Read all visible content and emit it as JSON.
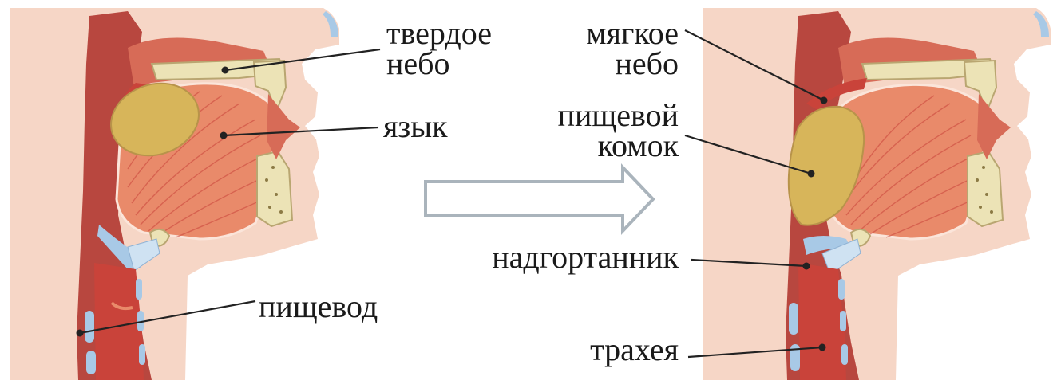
{
  "labels": {
    "hard_palate": [
      "твердое",
      "небо"
    ],
    "tongue": "язык",
    "esophagus": "пищевод",
    "soft_palate": [
      "мягкое",
      "небо"
    ],
    "food_bolus": [
      "пищевой",
      "комок"
    ],
    "epiglottis": "надгортанник",
    "trachea": "трахея"
  },
  "colors": {
    "skin": "#f6d6c6",
    "muscle": "#e98a6a",
    "muscle_dark": "#c9433a",
    "pharynx": "#b8473f",
    "bone": "#ece3b6",
    "bolus": "#d7b55a",
    "cartilage": "#a8c9e6",
    "leader_line": "#222222",
    "arrow_fill": "#ffffff",
    "arrow_stroke": "#aab4bc"
  }
}
